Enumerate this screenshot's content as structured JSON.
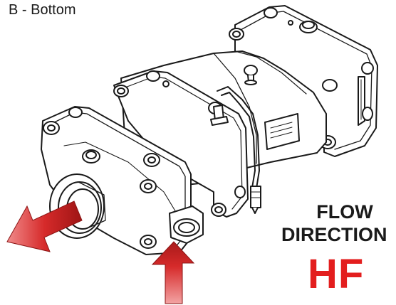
{
  "view_label": "B - Bottom",
  "legend": {
    "line1": "FLOW",
    "line2": "DIRECTION",
    "code": "HF"
  },
  "colors": {
    "arrow": "#d62a2a",
    "arrow_dark": "#9e1515",
    "code_text": "#e31e1e",
    "outline": "#1a1a1a"
  }
}
